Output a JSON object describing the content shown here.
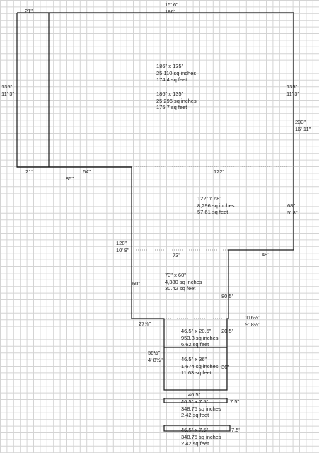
{
  "colors": {
    "grid": "#d4d4d4",
    "walls": "#1a1a1a",
    "dotted": "#9a9a9a",
    "text": "#222222"
  },
  "top": {
    "ft": "15' 6\"",
    "in": "186\""
  },
  "room1": {
    "left_dim_a": "135\"",
    "left_dim_b": "11' 3\"",
    "right_dim_a": "135\"",
    "right_dim_b": "11' 3\"",
    "inner_width": "21\"",
    "bottom_left_width": "21\"",
    "area_a": [
      "186\" x 135\"",
      "25,110 sq inches",
      "174.4 sq feet"
    ],
    "area_b": [
      "186\" x 135\"",
      "25,296 sq inches",
      "175.7 sq feet"
    ]
  },
  "side_total": {
    "a": "203\"",
    "b": "16' 11\""
  },
  "room2": {
    "top_dim_64": "64\"",
    "left_dim_85": "85\"",
    "width_122": "122\"",
    "area": [
      "122\" x 68\"",
      "8,296 sq inches",
      "57.61 sq feet"
    ],
    "right_dim_a": "68\"",
    "right_dim_b": "5' 8\"",
    "left_total_a": "128\"",
    "left_total_b": "10' 8\""
  },
  "room3": {
    "width_73": "73\"",
    "right_49": "49\"",
    "left_60": "60\"",
    "area": [
      "73\" x 60\"",
      "4,380 sq inches",
      "30.42 sq feet"
    ],
    "right_80_5": "80.5\""
  },
  "stack": {
    "total_a": "116½\"",
    "total_b": "9' 8½\"",
    "step_27": "27⅞\"",
    "side_a": "56½\"",
    "side_b": "4' 8½\"",
    "r1_right": "20.5\"",
    "r1_area": [
      "46.5\" x 20.5\"",
      "953.3 sq inches",
      "6.62 sq feet"
    ],
    "r2_right": "36\"",
    "r2_area": [
      "46.5\" x 36\"",
      "1,674 sq inches",
      "11.63 sq feet"
    ],
    "bottom_width": "46.5\"",
    "s1_right": "7.5\"",
    "s1_area": [
      "46.5\" x 7.5\"",
      "348.75 sq inches",
      "2.42 sq feet"
    ],
    "s2_right": "7.5\"",
    "s2_area": [
      "46.5\" x 7.5\"",
      "348.75 sq inches",
      "2.42 sq feet"
    ]
  }
}
